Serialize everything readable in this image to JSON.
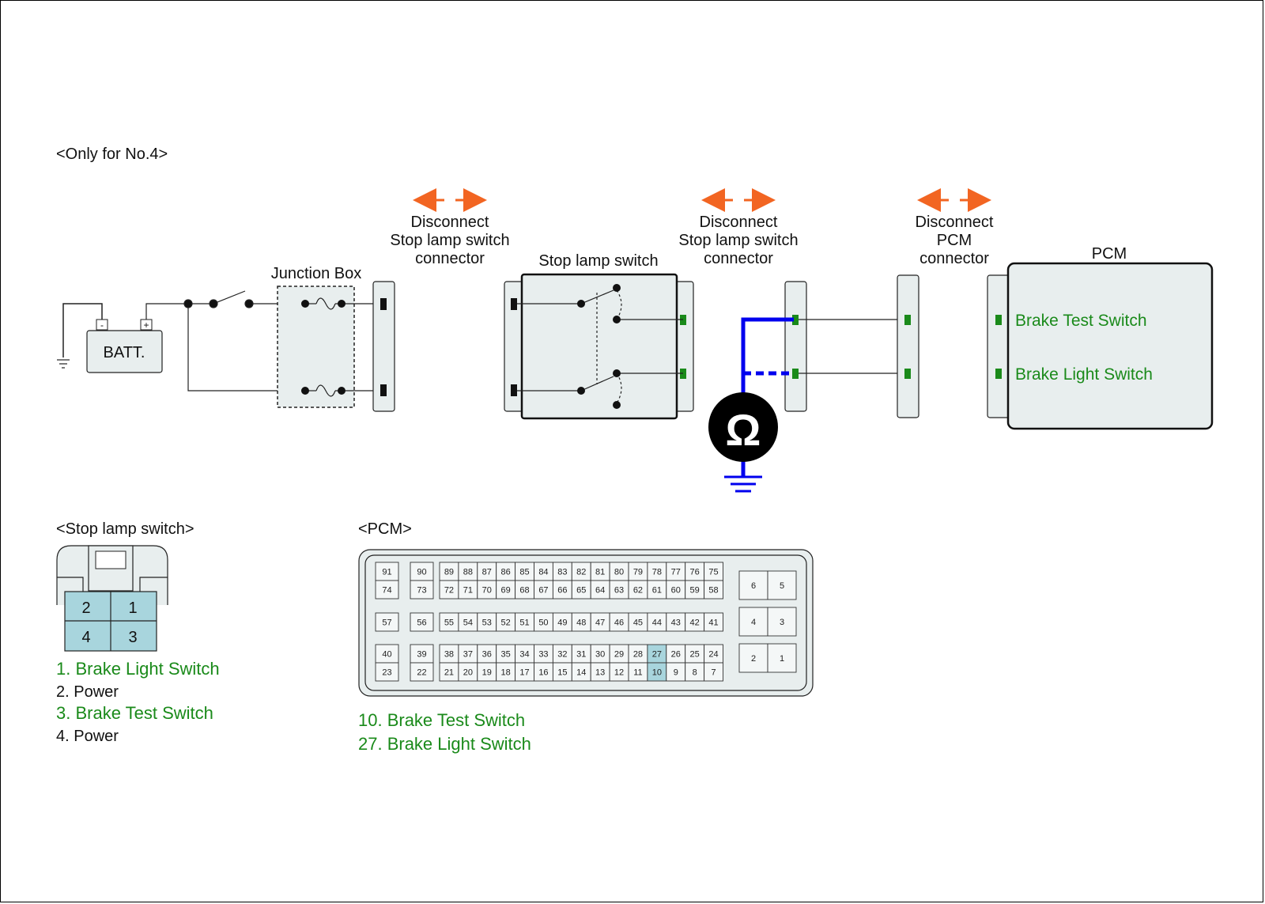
{
  "section_title": "<Only for No.4>",
  "battery": {
    "label": "BATT.",
    "neg": "-",
    "pos": "+"
  },
  "junction_box": {
    "label": "Junction Box"
  },
  "stop_lamp_switch": {
    "label": "Stop lamp switch"
  },
  "pcm": {
    "label": "PCM",
    "pin_brake_test": "Brake Test Switch",
    "pin_brake_light": "Brake Light Switch"
  },
  "disconnect_1": {
    "line1": "Disconnect",
    "line2": "Stop lamp switch",
    "line3": "connector"
  },
  "disconnect_2": {
    "line1": "Disconnect",
    "line2": "Stop lamp switch",
    "line3": "connector"
  },
  "disconnect_3": {
    "line1": "Disconnect",
    "line2": "PCM",
    "line3": "connector"
  },
  "ohm_symbol": "Ω",
  "stop_lamp_connector": {
    "title": "<Stop lamp switch>",
    "pins": [
      "2",
      "1",
      "4",
      "3"
    ],
    "legend": [
      {
        "text": "1. Brake Light Switch",
        "highlight": true
      },
      {
        "text": "2. Power",
        "highlight": false
      },
      {
        "text": "3. Brake Test Switch",
        "highlight": true
      },
      {
        "text": "4. Power",
        "highlight": false
      }
    ]
  },
  "pcm_connector": {
    "title": "<PCM>",
    "row1_left": [
      "91",
      "90"
    ],
    "row1": [
      "89",
      "88",
      "87",
      "86",
      "85",
      "84",
      "83",
      "82",
      "81",
      "80",
      "79",
      "78",
      "77",
      "76",
      "75"
    ],
    "row2_left": [
      "74",
      "73"
    ],
    "row2": [
      "72",
      "71",
      "70",
      "69",
      "68",
      "67",
      "66",
      "65",
      "64",
      "63",
      "62",
      "61",
      "60",
      "59",
      "58"
    ],
    "row3_left": [
      "57",
      "56"
    ],
    "row3": [
      "55",
      "54",
      "53",
      "52",
      "51",
      "50",
      "49",
      "48",
      "47",
      "46",
      "45",
      "44",
      "43",
      "42",
      "41"
    ],
    "row4_left": [
      "40",
      "39"
    ],
    "row4": [
      "38",
      "37",
      "36",
      "35",
      "34",
      "33",
      "32",
      "31",
      "30",
      "29",
      "28",
      "27",
      "26",
      "25",
      "24"
    ],
    "row5_left": [
      "23",
      "22"
    ],
    "row5": [
      "21",
      "20",
      "19",
      "18",
      "17",
      "16",
      "15",
      "14",
      "13",
      "12",
      "11",
      "10",
      "9",
      "8",
      "7"
    ],
    "right_blocks": [
      [
        "6",
        "5"
      ],
      [
        "4",
        "3"
      ],
      [
        "2",
        "1"
      ]
    ],
    "highlighted_pins": [
      "27",
      "10"
    ],
    "legend": [
      {
        "text": "10. Brake Test Switch"
      },
      {
        "text": "27. Brake Light Switch"
      }
    ]
  },
  "colors": {
    "highlight_text": "#1a8a1a",
    "arrow": "#f26522",
    "meter_lead": "#0000ee",
    "pin_highlight": "#a8d5dd",
    "connector_fill": "#e8eeee",
    "pin_marker": "#1a8a1a"
  }
}
